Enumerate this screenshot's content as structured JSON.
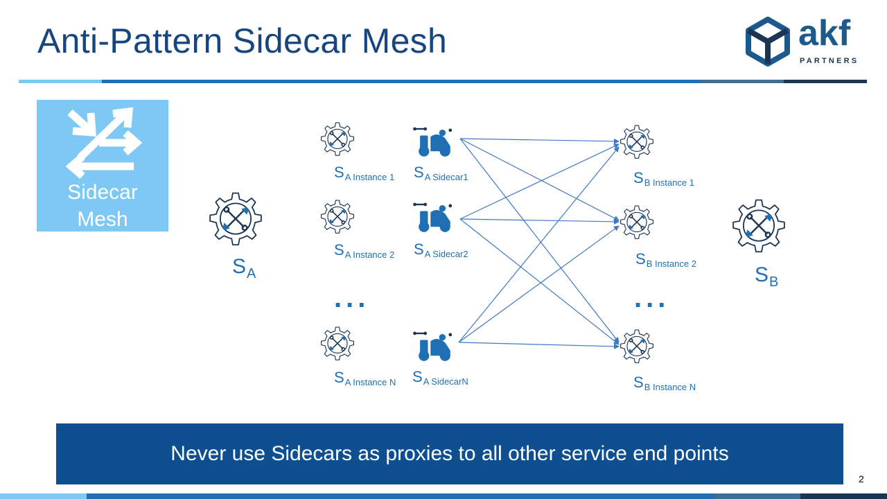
{
  "slide": {
    "title": "Anti-Pattern Sidecar Mesh",
    "page_number": "2",
    "logo": {
      "word": "akf",
      "sub": "PARTNERS"
    },
    "tile": {
      "line1": "Sidecar",
      "line2": "Mesh",
      "icon": "merge-arrows-icon"
    },
    "banner": "Never use Sidecars as proxies to all other service end points",
    "colors": {
      "title": "#17457f",
      "accent": "#1f6fb5",
      "banner": "#0f4f8f",
      "tile": "#7ec8f6"
    }
  },
  "service_a": {
    "main": {
      "s": "S",
      "sub": "A"
    },
    "instances": [
      {
        "s": "S",
        "sub": "A Instance 1"
      },
      {
        "s": "S",
        "sub": "A Instance 2"
      },
      {
        "s": "S",
        "sub": "A Instance N"
      }
    ],
    "sidecars": [
      {
        "s": "S",
        "sub": "A Sidecar1"
      },
      {
        "s": "S",
        "sub": "A Sidecar2"
      },
      {
        "s": "S",
        "sub": "A SidecarN"
      }
    ],
    "ellipsis": "..."
  },
  "service_b": {
    "main": {
      "s": "S",
      "sub": "B"
    },
    "instances": [
      {
        "s": "S",
        "sub": "B Instance 1"
      },
      {
        "s": "S",
        "sub": "B Instance 2"
      },
      {
        "s": "S",
        "sub": "B Instance N"
      }
    ],
    "ellipsis": "..."
  }
}
